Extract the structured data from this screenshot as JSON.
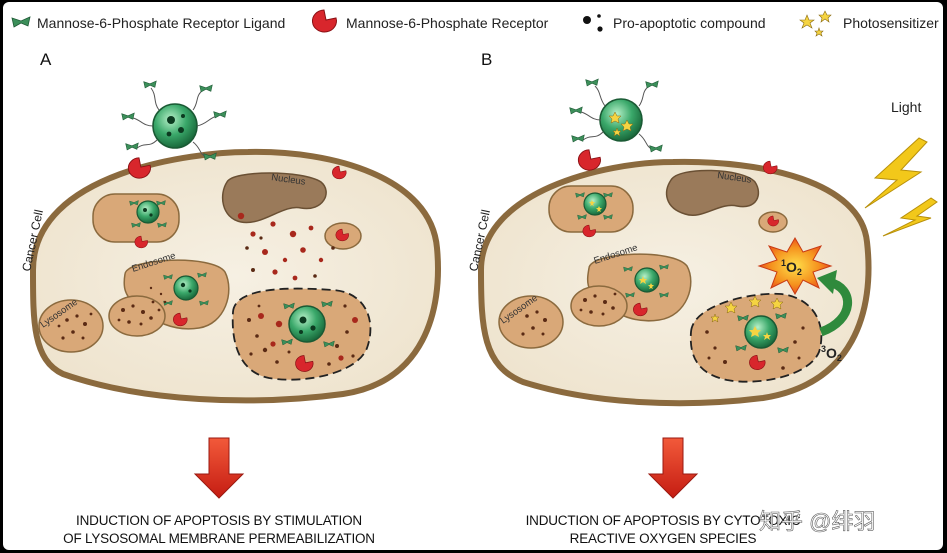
{
  "legend": {
    "ligand": "Mannose-6-Phosphate Receptor Ligand",
    "receptor": "Mannose-6-Phosphate Receptor",
    "compound": "Pro-apoptotic compound",
    "photosensitizer": "Photosensitizer"
  },
  "panel_a": {
    "letter": "A",
    "cell_label": "Cancer Cell",
    "nucleus_label": "Nucleus",
    "endosome_label": "Endosome",
    "lysosome_label": "Lysosome",
    "caption_line1": "INDUCTION OF APOPTOSIS BY STIMULATION",
    "caption_line2": "OF LYSOSOMAL MEMBRANE PERMEABILIZATION"
  },
  "panel_b": {
    "letter": "B",
    "cell_label": "Cancer Cell",
    "nucleus_label": "Nucleus",
    "endosome_label": "Endosome",
    "lysosome_label": "Lysosome",
    "light_label": "Light",
    "singlet_oxygen_sup": "1",
    "singlet_oxygen": "O",
    "singlet_oxygen_sub": "2",
    "triplet_oxygen_sup": "3",
    "triplet_oxygen": "O",
    "triplet_oxygen_sub": "2",
    "caption_line1": "INDUCTION OF APOPTOSIS BY CYTOTOXIC",
    "caption_line2": "REACTIVE OXYGEN SPECIES"
  },
  "watermark": "知乎 @绯羽",
  "colors": {
    "cell_fill": "#f2ebdc",
    "cell_border": "#8b6a3e",
    "vesicle_fill": "#d9a878",
    "nucleus_fill": "#9a7a5a",
    "nanoparticle": "#3aa86a",
    "receptor": "#d8262c",
    "arrow": "#e0301e",
    "lightning": "#f2c81a",
    "burst": "#f07a1a"
  }
}
